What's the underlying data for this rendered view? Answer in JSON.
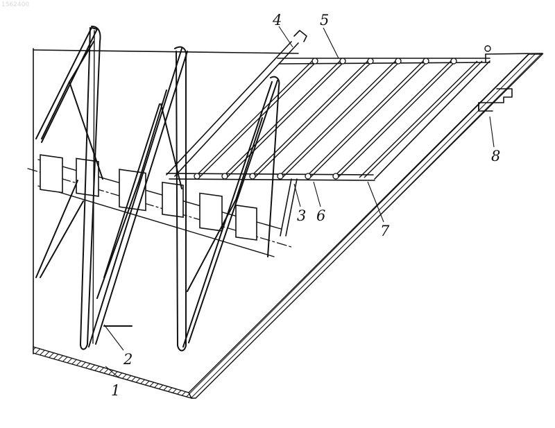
{
  "watermark": "1562400",
  "labels": {
    "l1": "1",
    "l2": "2",
    "l3": "3",
    "l4": "4",
    "l5": "5",
    "l6": "6",
    "l7": "7",
    "l8": "8"
  },
  "colors": {
    "ink": "#111111",
    "paper": "#ffffff"
  }
}
